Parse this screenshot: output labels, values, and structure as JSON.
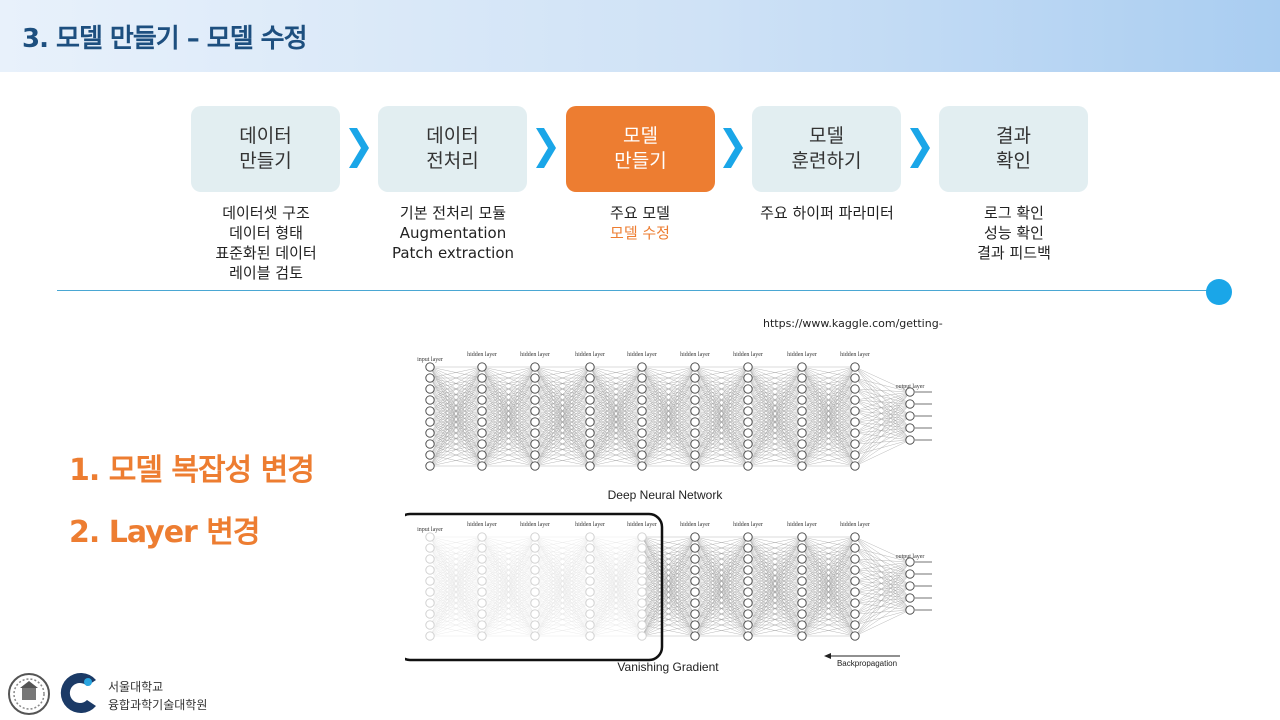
{
  "header": {
    "title": "3. 모델 만들기 – 모델 수정"
  },
  "steps": [
    {
      "label": "데이터\n만들기",
      "desc": [
        "데이터셋 구조",
        "데이터 형태",
        "표준화된 데이터",
        "레이블 검토"
      ]
    },
    {
      "label": "데이터\n전처리",
      "desc": [
        "기본 전처리 모듈",
        "Augmentation",
        "Patch extraction"
      ]
    },
    {
      "label": "모델\n만들기",
      "desc": [
        "주요 모델",
        "모델 수정"
      ],
      "active": true
    },
    {
      "label": "모델\n훈련하기",
      "desc": [
        "주요 하이퍼 파라미터"
      ]
    },
    {
      "label": "결과\n확인",
      "desc": [
        "로그 확인",
        "성능 확인",
        "결과 피드백"
      ]
    }
  ],
  "colors": {
    "accent": "#ed7d31",
    "chevron": "#1aa6e8",
    "step_bg": "#e2eef1",
    "title": "#1d4f7f"
  },
  "source_url": "https://www.kaggle.com/getting-",
  "points": [
    "1. 모델 복잡성 변경",
    "2. Layer 변경"
  ],
  "figure": {
    "input_label": "input layer",
    "hidden_label": "hidden layer",
    "output_label": "output layer",
    "top_caption": "Deep Neural Network",
    "bottom_caption": "Vanishing Gradient",
    "backprop_label": "Backpropagation"
  },
  "footer": {
    "line1": "서울대학교",
    "line2": "융합과학기술대학원"
  }
}
